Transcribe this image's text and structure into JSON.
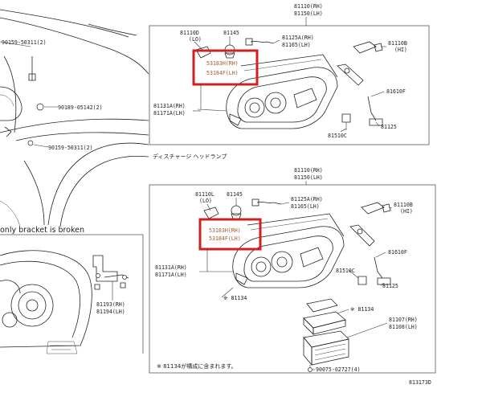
{
  "left": {
    "bolt_top": "90159-50311(2)",
    "bolt_mid": "90189-05142(2)",
    "bolt_low": "90159-50311(2)",
    "note": "only bracket is broken",
    "bracket_rh": "81193(RH)",
    "bracket_lh": "81194(LH)"
  },
  "top_panel": {
    "assy_rh": "81110(RH)",
    "assy_lh": "81150(LH)",
    "socket": "81110D",
    "socket_lo": "(LO)",
    "bulb": "81145",
    "wire_rh": "81125A(RH)",
    "wire_lh": "81165(LH)",
    "bulb_hi": "81110B",
    "bulb_hi_tag": "(HI)",
    "hl_rh": "53183H(RH)",
    "hl_lh": "53184F(LH)",
    "housing_rh": "81131A(RH)",
    "housing_lh": "81171A(LH)",
    "cover": "81610F",
    "bulb_side": "81125",
    "socket_c": "81510C"
  },
  "caption": "ディスチャージ ヘッドランプ",
  "bottom_panel": {
    "assy_rh": "81110(RH)",
    "assy_lh": "81150(LH)",
    "socket": "81110L",
    "socket_lo": "(LO)",
    "bulb": "81145",
    "wire_rh": "81125A(RH)",
    "wire_lh": "81165(LH)",
    "bulb_hi": "81110B",
    "bulb_hi_tag": "(HI)",
    "hl_rh": "53183H(RH)",
    "hl_lh": "53184F(LH)",
    "housing_rh": "81131A(RH)",
    "housing_lh": "81171A(LH)",
    "cover": "81610F",
    "socket_c": "81510C",
    "bulb_side": "81125",
    "star_ref": "※ 81134",
    "ballast_ref": "※ 81134",
    "ballast_rh": "81107(RH)",
    "ballast_lh": "81108(LH)",
    "screw": "90075-02727(4)",
    "footnote": "※ 81134が構成に含まれます。"
  },
  "figure_no": "813173D",
  "highlight_color": "#d22020"
}
